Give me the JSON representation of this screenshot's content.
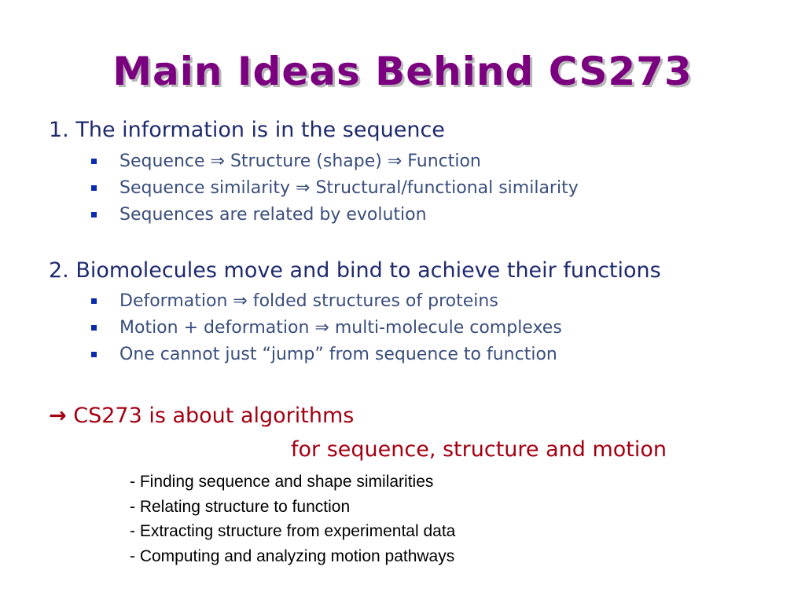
{
  "title": "Main Ideas Behind CS273",
  "section1": {
    "heading": "1. The information is in the sequence",
    "bullets": [
      {
        "a": "Sequence",
        "b": "Structure (shape)",
        "c": "Function"
      },
      {
        "a": "Sequence similarity",
        "b": "Structural/functional similarity"
      },
      {
        "text": "Sequences are related by evolution"
      }
    ]
  },
  "section2": {
    "heading": "2. Biomolecules move and bind to achieve their functions",
    "bullets": [
      {
        "a": "Deformation",
        "b": "folded structures of proteins"
      },
      {
        "a": "Motion + deformation",
        "b": "multi-molecule complexes"
      },
      {
        "text": "One cannot just “jump” from sequence to function"
      }
    ]
  },
  "conclusion": {
    "arrow": "→",
    "line1": "CS273 is about algorithms",
    "line2": "for sequence, structure and motion"
  },
  "topics": [
    "- Finding sequence and shape similarities",
    "- Relating structure to function",
    "- Extracting structure from experimental data",
    "- Computing and analyzing motion pathways"
  ],
  "symbols": {
    "implies": "⇒"
  }
}
